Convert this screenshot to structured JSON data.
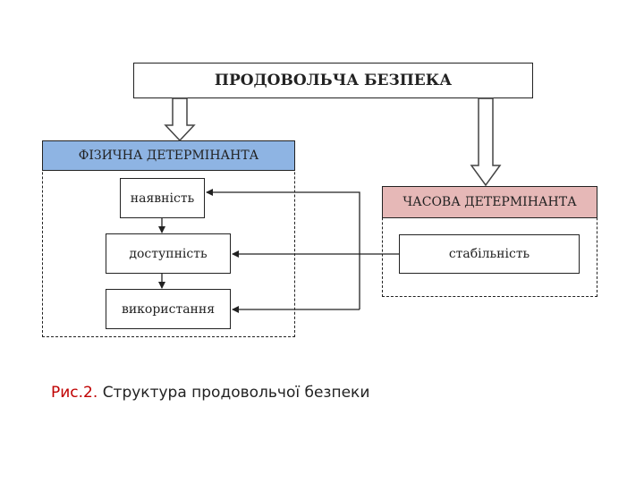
{
  "diagram": {
    "title": "ПРОДОВОЛЬЧА БЕЗПЕКА",
    "physical": {
      "header": "ФІЗИЧНА ДЕТЕРМІНАНТА",
      "items": [
        "наявність",
        "доступність",
        "використання"
      ],
      "header_color": "#8eb4e3"
    },
    "temporal": {
      "header": "ЧАСОВА ДЕТЕРМІНАНТА",
      "items": [
        "стабільність"
      ],
      "header_color": "#e6b8b7"
    }
  },
  "caption": {
    "prefix": "Рис.2.",
    "text": "Структура продовольчої безпеки",
    "prefix_color": "#c00000"
  }
}
